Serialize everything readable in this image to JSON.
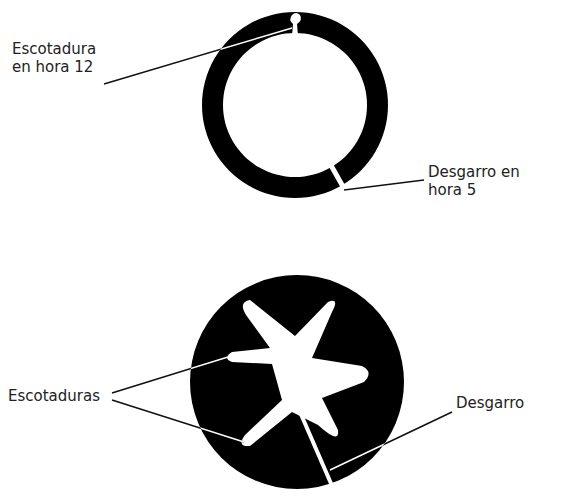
{
  "diagram": {
    "labels": [
      "Escotadura en hora 12",
      "Desgarro en hora 5",
      "Escotaduras",
      "Desgarro"
    ]
  }
}
